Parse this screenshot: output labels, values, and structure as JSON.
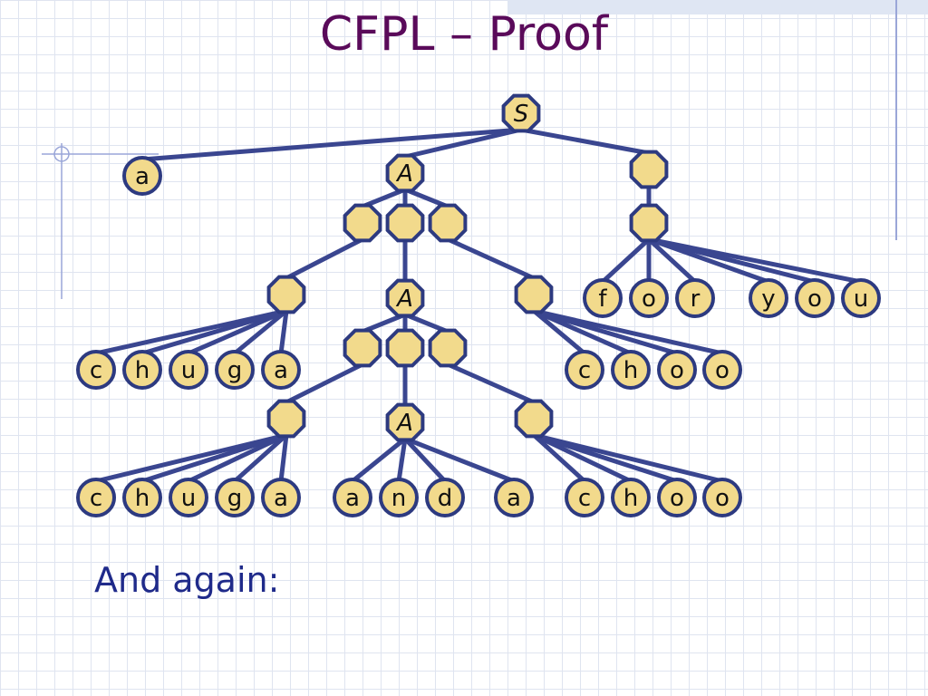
{
  "slide": {
    "title": "CFPL – Proof",
    "caption": "And again:"
  },
  "colors": {
    "node_fill": "#f2da8c",
    "node_stroke": "#2d3a80",
    "edge": "#3a4690",
    "title": "#5a0a5a",
    "caption": "#1f2a8a"
  },
  "tree": {
    "nodes": [
      {
        "id": "root",
        "label": "S",
        "shape": "octagon",
        "italic": true
      },
      {
        "id": "a0",
        "label": "a",
        "shape": "circle"
      },
      {
        "id": "A1",
        "label": "A",
        "shape": "octagon",
        "italic": true
      },
      {
        "id": "r1",
        "label": "",
        "shape": "octagon"
      },
      {
        "id": "l1",
        "label": "",
        "shape": "octagon"
      },
      {
        "id": "m1",
        "label": "",
        "shape": "octagon"
      },
      {
        "id": "n1",
        "label": "",
        "shape": "octagon"
      },
      {
        "id": "r2",
        "label": "",
        "shape": "octagon"
      },
      {
        "id": "f",
        "label": "f",
        "shape": "circle"
      },
      {
        "id": "o1",
        "label": "o",
        "shape": "circle"
      },
      {
        "id": "r",
        "label": "r",
        "shape": "circle"
      },
      {
        "id": "y",
        "label": "y",
        "shape": "circle"
      },
      {
        "id": "o2",
        "label": "o",
        "shape": "circle"
      },
      {
        "id": "u",
        "label": "u",
        "shape": "circle"
      },
      {
        "id": "p2",
        "label": "",
        "shape": "octagon"
      },
      {
        "id": "A2",
        "label": "A",
        "shape": "octagon",
        "italic": true
      },
      {
        "id": "q2",
        "label": "",
        "shape": "octagon"
      },
      {
        "id": "c1",
        "label": "c",
        "shape": "circle"
      },
      {
        "id": "h1",
        "label": "h",
        "shape": "circle"
      },
      {
        "id": "u1",
        "label": "u",
        "shape": "circle"
      },
      {
        "id": "g1",
        "label": "g",
        "shape": "circle"
      },
      {
        "id": "a1",
        "label": "a",
        "shape": "circle"
      },
      {
        "id": "l2",
        "label": "",
        "shape": "octagon"
      },
      {
        "id": "m2",
        "label": "",
        "shape": "octagon"
      },
      {
        "id": "n2",
        "label": "",
        "shape": "octagon"
      },
      {
        "id": "c2",
        "label": "c",
        "shape": "circle"
      },
      {
        "id": "h2",
        "label": "h",
        "shape": "circle"
      },
      {
        "id": "o3",
        "label": "o",
        "shape": "circle"
      },
      {
        "id": "o4",
        "label": "o",
        "shape": "circle"
      },
      {
        "id": "p3",
        "label": "",
        "shape": "octagon"
      },
      {
        "id": "A3",
        "label": "A",
        "shape": "octagon",
        "italic": true
      },
      {
        "id": "q3",
        "label": "",
        "shape": "octagon"
      },
      {
        "id": "c3",
        "label": "c",
        "shape": "circle"
      },
      {
        "id": "h3",
        "label": "h",
        "shape": "circle"
      },
      {
        "id": "u3",
        "label": "u",
        "shape": "circle"
      },
      {
        "id": "g3",
        "label": "g",
        "shape": "circle"
      },
      {
        "id": "a3",
        "label": "a",
        "shape": "circle"
      },
      {
        "id": "a4",
        "label": "a",
        "shape": "circle"
      },
      {
        "id": "n4",
        "label": "n",
        "shape": "circle"
      },
      {
        "id": "d4",
        "label": "d",
        "shape": "circle"
      },
      {
        "id": "a5",
        "label": "a",
        "shape": "circle"
      },
      {
        "id": "c5",
        "label": "c",
        "shape": "circle"
      },
      {
        "id": "h5",
        "label": "h",
        "shape": "circle"
      },
      {
        "id": "o5",
        "label": "o",
        "shape": "circle"
      },
      {
        "id": "o6",
        "label": "o",
        "shape": "circle"
      }
    ],
    "edges": [
      [
        "root",
        "a0"
      ],
      [
        "root",
        "A1"
      ],
      [
        "root",
        "r1"
      ],
      [
        "A1",
        "l1"
      ],
      [
        "A1",
        "m1"
      ],
      [
        "A1",
        "n1"
      ],
      [
        "r1",
        "r2"
      ],
      [
        "r2",
        "f"
      ],
      [
        "r2",
        "o1"
      ],
      [
        "r2",
        "r"
      ],
      [
        "r2",
        "y"
      ],
      [
        "r2",
        "o2"
      ],
      [
        "r2",
        "u"
      ],
      [
        "l1",
        "p2"
      ],
      [
        "m1",
        "A2"
      ],
      [
        "n1",
        "q2"
      ],
      [
        "p2",
        "c1"
      ],
      [
        "p2",
        "h1"
      ],
      [
        "p2",
        "u1"
      ],
      [
        "p2",
        "g1"
      ],
      [
        "p2",
        "a1"
      ],
      [
        "A2",
        "l2"
      ],
      [
        "A2",
        "m2"
      ],
      [
        "A2",
        "n2"
      ],
      [
        "q2",
        "c2"
      ],
      [
        "q2",
        "h2"
      ],
      [
        "q2",
        "o3"
      ],
      [
        "q2",
        "o4"
      ],
      [
        "l2",
        "p3"
      ],
      [
        "m2",
        "A3"
      ],
      [
        "n2",
        "q3"
      ],
      [
        "p3",
        "c3"
      ],
      [
        "p3",
        "h3"
      ],
      [
        "p3",
        "u3"
      ],
      [
        "p3",
        "g3"
      ],
      [
        "p3",
        "a3"
      ],
      [
        "A3",
        "a4"
      ],
      [
        "A3",
        "n4"
      ],
      [
        "A3",
        "d4"
      ],
      [
        "A3",
        "a5"
      ],
      [
        "q3",
        "c5"
      ],
      [
        "q3",
        "h5"
      ],
      [
        "q3",
        "o5"
      ],
      [
        "q3",
        "o6"
      ]
    ]
  }
}
